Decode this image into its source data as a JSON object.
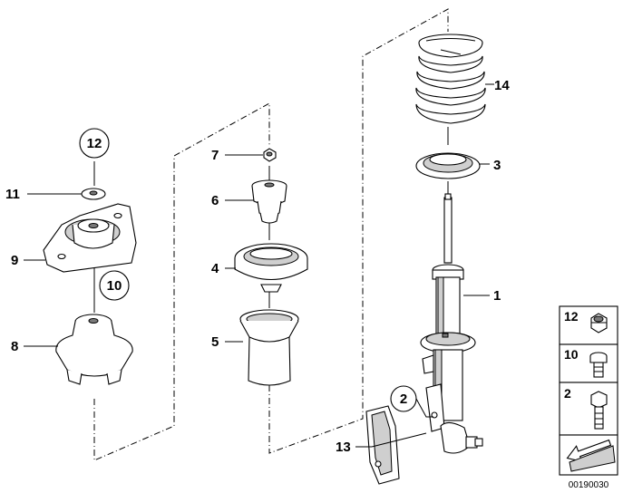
{
  "diagram": {
    "code": "00190030",
    "parts": [
      {
        "id": "p1",
        "number": "1"
      },
      {
        "id": "p2",
        "number": "2"
      },
      {
        "id": "p3",
        "number": "3"
      },
      {
        "id": "p4",
        "number": "4"
      },
      {
        "id": "p5",
        "number": "5"
      },
      {
        "id": "p6",
        "number": "6"
      },
      {
        "id": "p7",
        "number": "7"
      },
      {
        "id": "p8",
        "number": "8"
      },
      {
        "id": "p9",
        "number": "9"
      },
      {
        "id": "p10",
        "number": "10"
      },
      {
        "id": "p11",
        "number": "11"
      },
      {
        "id": "p12",
        "number": "12"
      },
      {
        "id": "p13",
        "number": "13"
      },
      {
        "id": "p14",
        "number": "14"
      }
    ],
    "legend": [
      {
        "number": "12",
        "icon": "nut-icon"
      },
      {
        "number": "10",
        "icon": "short-bolt-icon"
      },
      {
        "number": "2",
        "icon": "long-bolt-icon"
      }
    ],
    "legend_footer_icon": "arrow-icon"
  }
}
